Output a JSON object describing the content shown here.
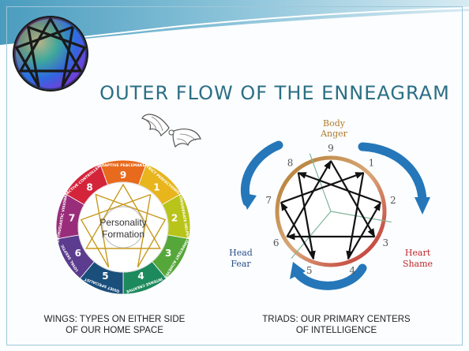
{
  "title": "OUTER FLOW OF THE ENNEAGRAM",
  "wings": {
    "center_line1": "Personality",
    "center_line2": "Formation",
    "numbers": [
      "1",
      "2",
      "3",
      "4",
      "5",
      "6",
      "7",
      "8",
      "9"
    ],
    "segment_labels": [
      "STRICT PERFECTIONIST",
      "CONSIDERATE HELPER",
      "COMPETENT ACHIEVER",
      "INTENSE CREATIVE",
      "QUIET SPECIALIST",
      "LOYAL SKEPTIC",
      "ENTHUSIASTIC VISIONARY",
      "ACTIVE CONTROLLER",
      "ADAPTIVE PEACEMAKER"
    ],
    "segment_colors": [
      "#e8b51c",
      "#b9c41a",
      "#56a73a",
      "#1d8a5d",
      "#1a4f7c",
      "#5b3c8e",
      "#9a2d7a",
      "#d4243a",
      "#e86a1c"
    ],
    "caption_line1": "WINGS: TYPES ON EITHER SIDE",
    "caption_line2": "OF OUR HOME SPACE"
  },
  "triads": {
    "numbers": [
      "1",
      "2",
      "3",
      "4",
      "5",
      "6",
      "7",
      "8",
      "9"
    ],
    "body_line1": "Body",
    "body_line2": "Anger",
    "head_line1": "Head",
    "head_line2": "Fear",
    "heart_line1": "Heart",
    "heart_line2": "Shame",
    "caption_line1": "TRIADS: OUR PRIMARY CENTERS",
    "caption_line2": "OF INTELLIGENCE"
  },
  "colors": {
    "title": "#2b6f85",
    "arrow": "#2577b9",
    "body": "#b07a2d",
    "head": "#2a4f8a",
    "heart": "#c0282d"
  }
}
